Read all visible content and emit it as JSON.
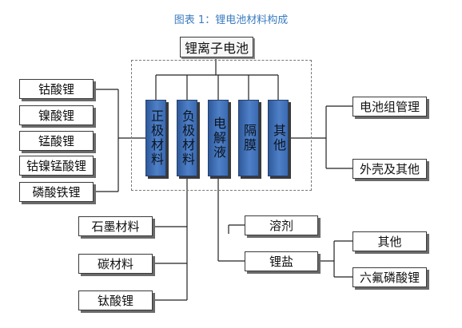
{
  "title": "图表 1：锂电池材料构成",
  "root": "锂离子电池",
  "categories": {
    "cathode": "正极材料",
    "anode": "负极材料",
    "electrolyte": "电解液",
    "separator": "隔膜",
    "other": "其他"
  },
  "cathode_items": [
    "钴酸锂",
    "镍酸锂",
    "锰酸锂",
    "钴镍锰酸锂",
    "磷酸铁锂"
  ],
  "anode_items": [
    "石墨材料",
    "碳材料",
    "钛酸锂"
  ],
  "electrolyte_items": [
    "溶剂",
    "锂盐"
  ],
  "salt_items": [
    "其他",
    "六氟磷酸锂"
  ],
  "other_items": [
    "电池组管理",
    "外壳及其他"
  ],
  "colors": {
    "title": "#3a7cc0",
    "category_fill": "#4a7bc2",
    "line": "#222222"
  }
}
